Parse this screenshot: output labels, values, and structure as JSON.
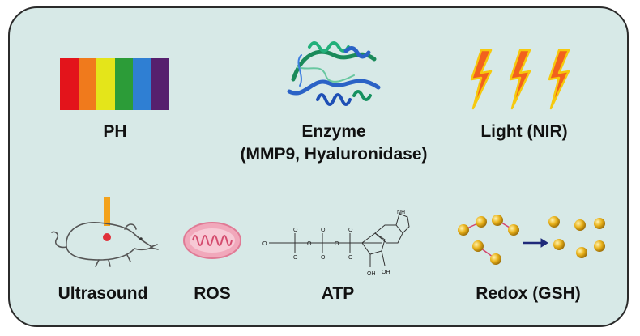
{
  "labels": {
    "ph": "PH",
    "enzyme": "Enzyme",
    "enzyme_detail": "(MMP9, Hyaluronidase)",
    "light": "Light (NIR)",
    "ultrasound": "Ultrasound",
    "ros": "ROS",
    "atp": "ATP",
    "redox": "Redox (GSH)"
  },
  "colors": {
    "panel_bg": "#d7e9e7",
    "ph_spectrum": [
      "#e3141b",
      "#f07a1c",
      "#e4e51a",
      "#2c9c38",
      "#2f7fd3",
      "#56206e"
    ],
    "bolt_fill": "#f2611d",
    "bolt_outline": "#f6c90e",
    "sphere": "#e9b21a",
    "arrow": "#1f2a7a"
  },
  "icons": {
    "ph": "ph-spectrum-icon",
    "enzyme": "protein-ribbon-icon",
    "light": "lightning-bolt-icon",
    "ultrasound": "mouse-icon",
    "ros": "mitochondrion-icon",
    "atp": "atp-molecule-icon",
    "redox": "gsh-redox-icon"
  }
}
